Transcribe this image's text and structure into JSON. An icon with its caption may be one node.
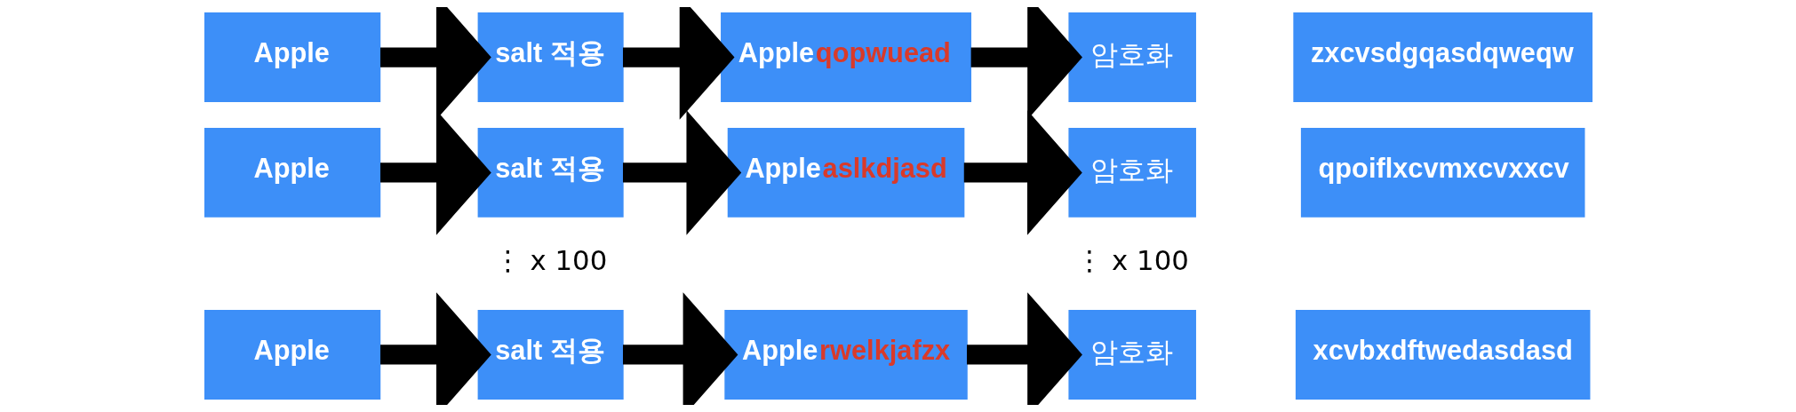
{
  "diagram": {
    "nodes": [
      {
        "text": [
          "Apple"
        ]
      },
      {
        "text": [
          "salt 적용"
        ]
      },
      {
        "text": [
          "Appleqopwuead"
        ]
      },
      {
        "text": [
          "암호화"
        ]
      },
      {
        "text": [
          "zxcvsdgqasdqweqw"
        ]
      },
      {
        "text": [
          "Apple"
        ]
      },
      {
        "text": [
          "salt 적용"
        ]
      },
      {
        "text": [
          "Appleaslkdjasd"
        ]
      },
      {
        "text": [
          "암호화"
        ]
      },
      {
        "text": [
          "qpoiflxcvmxcvxxcv"
        ]
      },
      {
        "text": [
          "Apple"
        ]
      },
      {
        "text": [
          "salt 적용"
        ]
      },
      {
        "text": [
          "Applerwelkjafzx"
        ]
      },
      {
        "text": [
          "암호화"
        ]
      },
      {
        "text": [
          "xcvbxdftwedasdasd"
        ]
      }
    ],
    "edges": [
      {
        "from": 0,
        "to": 1,
        "arrow": "to"
      },
      {
        "from": 1,
        "to": 2,
        "arrow": "to"
      },
      {
        "from": 2,
        "to": 3,
        "arrow": "to"
      },
      {
        "from": 5,
        "to": 6,
        "arrow": "to"
      },
      {
        "from": 6,
        "to": 7,
        "arrow": "to"
      },
      {
        "from": 7,
        "to": 8,
        "arrow": "to"
      },
      {
        "from": 10,
        "to": 11,
        "arrow": "to"
      },
      {
        "from": 11,
        "to": 12,
        "arrow": "to"
      },
      {
        "from": 12,
        "to": 13,
        "arrow": "to"
      }
    ],
    "labels": [
      "⋮ x 100",
      "⋮ x 100"
    ]
  }
}
